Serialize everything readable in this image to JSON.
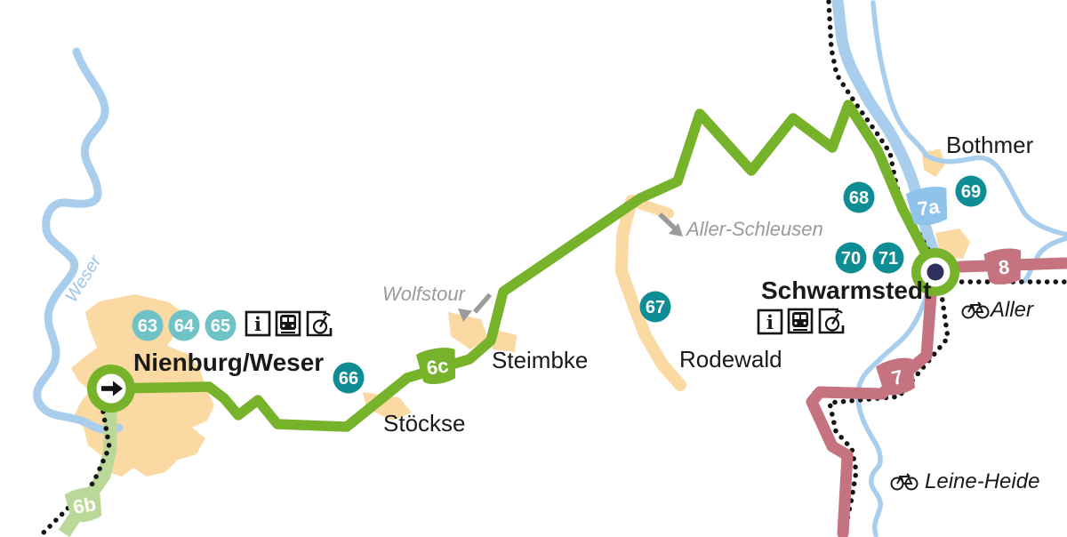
{
  "map_type": "cycle-route-overview-map",
  "colors": {
    "route_green": "#76b32b",
    "route_light_green": "#bad898",
    "route_pink": "#c4737f",
    "flag_light_blue": "#8fc3ea",
    "badge_teal_light": "#6fc3c6",
    "badge_teal_dark": "#0f8d94",
    "river_blue": "#a9cdec",
    "town_orange": "#fbd9a3",
    "rail_black": "#141414",
    "label_gray": "#9b9b9a",
    "endpoint_navy": "#2e3160",
    "text_black": "#1a1a18"
  },
  "places": {
    "nienburg": "Nienburg/Weser",
    "stoeckse": "Stöckse",
    "steimbke": "Steimbke",
    "rodewald": "Rodewald",
    "bothmer": "Bothmer",
    "schwarmstedt": "Schwarmstedt"
  },
  "pois": {
    "wolfstour": "Wolfstour",
    "aller_schleusen": "Aller-Schleusen"
  },
  "rivers": {
    "weser": "Weser"
  },
  "bike_routes": {
    "aller": "Aller",
    "leine_heide": "Leine-Heide"
  },
  "badges": [
    {
      "number": "63",
      "variant": "light-teal"
    },
    {
      "number": "64",
      "variant": "light-teal"
    },
    {
      "number": "65",
      "variant": "light-teal"
    },
    {
      "number": "66",
      "variant": "dark-teal"
    },
    {
      "number": "67",
      "variant": "dark-teal"
    },
    {
      "number": "68",
      "variant": "dark-teal"
    },
    {
      "number": "69",
      "variant": "dark-teal"
    },
    {
      "number": "70",
      "variant": "dark-teal"
    },
    {
      "number": "71",
      "variant": "dark-teal"
    }
  ],
  "route_markers": [
    {
      "label": "6b",
      "color": "light-green"
    },
    {
      "label": "6c",
      "color": "green"
    },
    {
      "label": "7a",
      "color": "light-blue"
    },
    {
      "label": "7",
      "color": "pink"
    },
    {
      "label": "8",
      "color": "pink"
    }
  ],
  "station_icons": {
    "info": "i",
    "train": "train",
    "bike_rental": "bike-rental"
  }
}
